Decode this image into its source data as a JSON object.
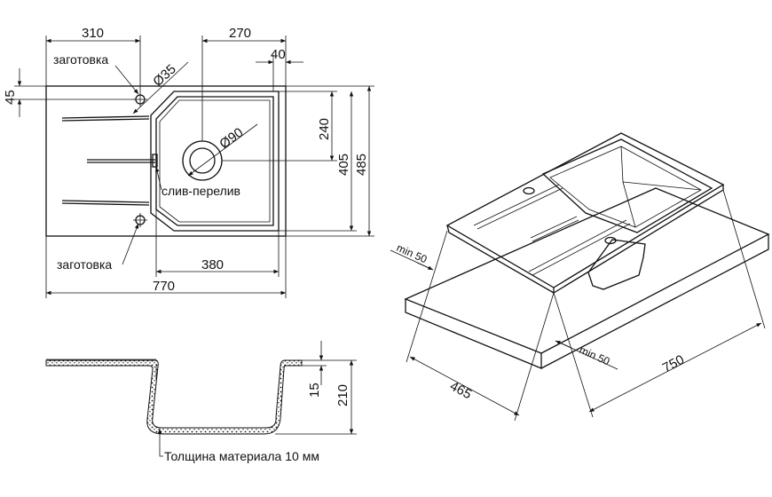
{
  "top_view": {
    "dim_310": "310",
    "dim_270": "270",
    "dim_40": "40",
    "dim_d35": "Ø35",
    "dim_45": "45",
    "dim_240": "240",
    "dim_d90": "Ø90",
    "dim_405": "405",
    "dim_485": "485",
    "dim_380": "380",
    "dim_770": "770",
    "label_blank_top": "заготовка",
    "label_blank_bottom": "заготовка",
    "label_overflow": "слив-перелив"
  },
  "section_view": {
    "dim_15": "15",
    "dim_210": "210",
    "material_note": "Толщина материала 10 мм"
  },
  "iso_view": {
    "dim_min50_left": "min 50",
    "dim_min50_right": "min 50",
    "dim_465": "465",
    "dim_750": "750"
  }
}
